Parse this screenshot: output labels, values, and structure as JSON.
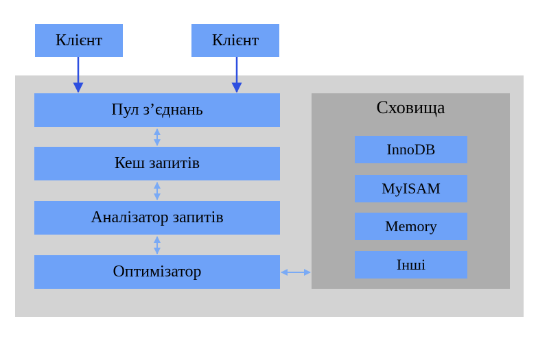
{
  "clients": [
    {
      "label": "Клієнт"
    },
    {
      "label": "Клієнт"
    }
  ],
  "layers": [
    {
      "label": "Пул з’єднань"
    },
    {
      "label": "Кеш запитів"
    },
    {
      "label": "Аналізатор запитів"
    },
    {
      "label": "Оптимізатор"
    }
  ],
  "storage": {
    "title": "Сховища",
    "engines": [
      {
        "label": "InnoDB"
      },
      {
        "label": "MyISAM"
      },
      {
        "label": "Memory"
      },
      {
        "label": "Інші"
      }
    ]
  },
  "colors": {
    "box_fill": "#6ea2f8",
    "outer_panel": "#d3d3d3",
    "storage_panel": "#adadad",
    "client_arrow": "#2d4fe0",
    "link_arrow": "#7aaaf5"
  },
  "arrows": {
    "client_to_pool": "solid-down",
    "between_layers": "double-headed-vertical",
    "optimizer_to_storage": "double-headed-horizontal"
  }
}
